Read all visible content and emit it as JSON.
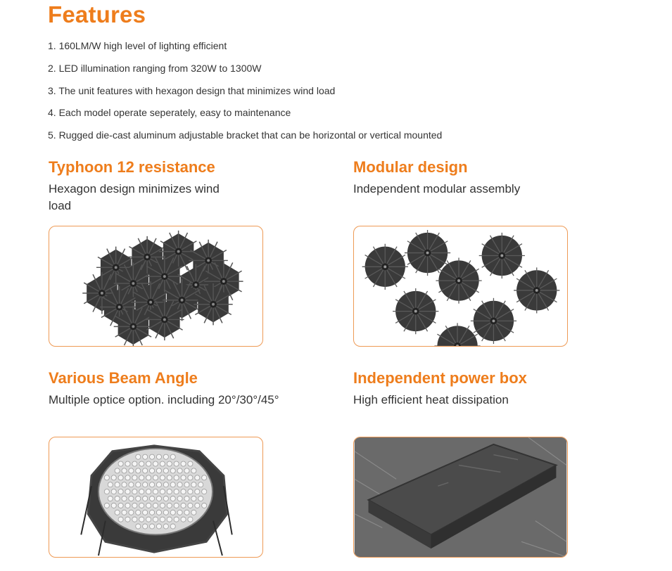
{
  "title": "Features",
  "features": [
    "1. 160LM/W high level of lighting efficient",
    "2. LED illumination ranging from 320W to 1300W",
    "3. The unit features with hexagon design that minimizes wind load",
    "4. Each model operate seperately, easy to maintenance",
    "5. Rugged die-cast aluminum adjustable bracket that can be horizontal or vertical mounted"
  ],
  "sections": [
    {
      "heading": "Typhoon 12 resistance",
      "text": "Hexagon design minimizes wind load",
      "image_icon": "hexagon-cluster-lamp"
    },
    {
      "heading": "Modular design",
      "text": "Independent modular assembly",
      "image_icon": "separate-heatsink-modules"
    },
    {
      "heading": "Various Beam Angle",
      "text": "Multiple optice option. including 20°/30°/45°",
      "image_icon": "led-lens-array"
    },
    {
      "heading": "Independent power box",
      "text": "High efficient heat dissipation",
      "image_icon": "power-box-on-heatsinks"
    }
  ],
  "colors": {
    "accent": "#ee7d1c",
    "frame": "#ee9a55",
    "text": "#333333"
  }
}
